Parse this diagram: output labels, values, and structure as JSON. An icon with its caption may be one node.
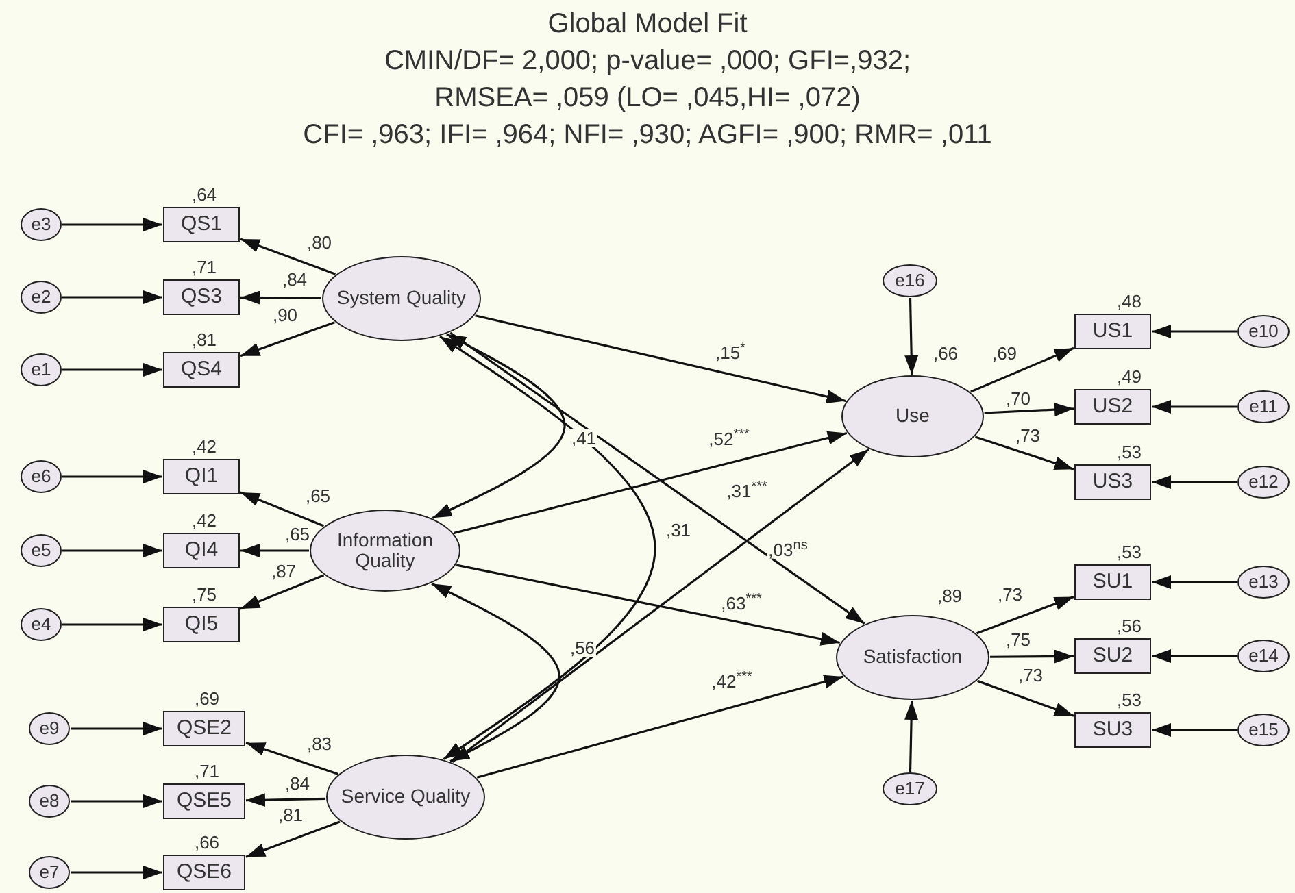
{
  "diagram": {
    "title": "Global Model Fit",
    "labels": [
      "CMIN/DF= 2,000; p-value= ,000; GFI=,932;",
      "RMSEA= ,059 (LO= ,045,HI= ,072)",
      "CFI= ,963; IFI= ,964; NFI= ,930; AGFI= ,900; RMR= ,011"
    ],
    "nodes": [
      {
        "text": [
          "e3"
        ]
      },
      {
        "text": [
          "e2"
        ]
      },
      {
        "text": [
          "e1"
        ]
      },
      {
        "text": [
          "e6"
        ]
      },
      {
        "text": [
          "e5"
        ]
      },
      {
        "text": [
          "e4"
        ]
      },
      {
        "text": [
          "e9"
        ]
      },
      {
        "text": [
          "e8"
        ]
      },
      {
        "text": [
          "e7"
        ]
      },
      {
        "text": [
          "QS1"
        ],
        "beside": [
          ",64"
        ]
      },
      {
        "text": [
          "QS3"
        ],
        "beside": [
          ",71"
        ]
      },
      {
        "text": [
          "QS4"
        ],
        "beside": [
          ",81"
        ]
      },
      {
        "text": [
          "QI1"
        ],
        "beside": [
          ",42"
        ]
      },
      {
        "text": [
          "QI4"
        ],
        "beside": [
          ",42"
        ]
      },
      {
        "text": [
          "QI5"
        ],
        "beside": [
          ",75"
        ]
      },
      {
        "text": [
          "QSE2"
        ],
        "beside": [
          ",69"
        ]
      },
      {
        "text": [
          "QSE5"
        ],
        "beside": [
          ",71"
        ]
      },
      {
        "text": [
          "QSE6"
        ],
        "beside": [
          ",66"
        ]
      },
      {
        "text": [
          "System Quality"
        ]
      },
      {
        "text": [
          "Information Quality"
        ]
      },
      {
        "text": [
          "Service Quality"
        ]
      },
      {
        "text": [
          "e16"
        ]
      },
      {
        "text": [
          "Use"
        ],
        "beside": [
          ",66"
        ]
      },
      {
        "text": [
          "Satisfaction"
        ],
        "beside": [
          ",89"
        ]
      },
      {
        "text": [
          "e17"
        ]
      },
      {
        "text": [
          "US1"
        ],
        "beside": [
          ",48"
        ]
      },
      {
        "text": [
          "US2"
        ],
        "beside": [
          ",49"
        ]
      },
      {
        "text": [
          "US3"
        ],
        "beside": [
          ",53"
        ]
      },
      {
        "text": [
          "SU1"
        ],
        "beside": [
          ",53"
        ]
      },
      {
        "text": [
          "SU2"
        ],
        "beside": [
          ",56"
        ]
      },
      {
        "text": [
          "SU3"
        ],
        "beside": [
          ",53"
        ]
      },
      {
        "text": [
          "e10"
        ]
      },
      {
        "text": [
          "e11"
        ]
      },
      {
        "text": [
          "e12"
        ]
      },
      {
        "text": [
          "e13"
        ]
      },
      {
        "text": [
          "e14"
        ]
      },
      {
        "text": [
          "e15"
        ]
      }
    ],
    "edges": [
      {
        "from": 0,
        "to": 9,
        "arrow": "to"
      },
      {
        "from": 1,
        "to": 10,
        "arrow": "to"
      },
      {
        "from": 2,
        "to": 11,
        "arrow": "to"
      },
      {
        "from": 3,
        "to": 12,
        "arrow": "to"
      },
      {
        "from": 4,
        "to": 13,
        "arrow": "to"
      },
      {
        "from": 5,
        "to": 14,
        "arrow": "to"
      },
      {
        "from": 6,
        "to": 15,
        "arrow": "to"
      },
      {
        "from": 7,
        "to": 16,
        "arrow": "to"
      },
      {
        "from": 8,
        "to": 17,
        "arrow": "to"
      },
      {
        "from": 18,
        "to": 9,
        "arrow": "to",
        "label": ",80"
      },
      {
        "from": 18,
        "to": 10,
        "arrow": "to",
        "label": ",84"
      },
      {
        "from": 18,
        "to": 11,
        "arrow": "to",
        "label": ",90"
      },
      {
        "from": 19,
        "to": 12,
        "arrow": "to",
        "label": ",65"
      },
      {
        "from": 19,
        "to": 13,
        "arrow": "to",
        "label": ",65"
      },
      {
        "from": 19,
        "to": 14,
        "arrow": "to",
        "label": ",87"
      },
      {
        "from": 20,
        "to": 15,
        "arrow": "to",
        "label": ",83"
      },
      {
        "from": 20,
        "to": 16,
        "arrow": "to",
        "label": ",84"
      },
      {
        "from": 20,
        "to": 17,
        "arrow": "to",
        "label": ",81"
      },
      {
        "from": 22,
        "to": 25,
        "arrow": "to",
        "label": ",69"
      },
      {
        "from": 22,
        "to": 26,
        "arrow": "to",
        "label": ",70"
      },
      {
        "from": 22,
        "to": 27,
        "arrow": "to",
        "label": ",73"
      },
      {
        "from": 23,
        "to": 28,
        "arrow": "to",
        "label": ",73"
      },
      {
        "from": 23,
        "to": 29,
        "arrow": "to",
        "label": ",75"
      },
      {
        "from": 23,
        "to": 30,
        "arrow": "to",
        "label": ",73"
      },
      {
        "from": 31,
        "to": 25,
        "arrow": "to"
      },
      {
        "from": 32,
        "to": 26,
        "arrow": "to"
      },
      {
        "from": 33,
        "to": 27,
        "arrow": "to"
      },
      {
        "from": 34,
        "to": 28,
        "arrow": "to"
      },
      {
        "from": 35,
        "to": 29,
        "arrow": "to"
      },
      {
        "from": 36,
        "to": 30,
        "arrow": "to"
      },
      {
        "from": 21,
        "to": 22,
        "arrow": "to"
      },
      {
        "from": 24,
        "to": 23,
        "arrow": "to"
      },
      {
        "from": 18,
        "to": 22,
        "arrow": "to",
        "label": ",15$^{*}$"
      },
      {
        "from": 18,
        "to": 23,
        "arrow": "to",
        "label": ",03$^{ns}$"
      },
      {
        "from": 19,
        "to": 22,
        "arrow": "to",
        "label": ",52$^{***}$"
      },
      {
        "from": 19,
        "to": 23,
        "arrow": "to",
        "label": ",63$^{***}$"
      },
      {
        "from": 20,
        "to": 22,
        "arrow": "to",
        "label": ",31$^{***}$"
      },
      {
        "from": 20,
        "to": 23,
        "arrow": "to",
        "label": ",42$^{***}$"
      },
      {
        "from": 18,
        "to": 19,
        "arrow": "both",
        "label": ",41"
      },
      {
        "from": 18,
        "to": 20,
        "arrow": "both",
        "label": ",31"
      },
      {
        "from": 19,
        "to": 20,
        "arrow": "both",
        "label": ",56"
      }
    ]
  }
}
